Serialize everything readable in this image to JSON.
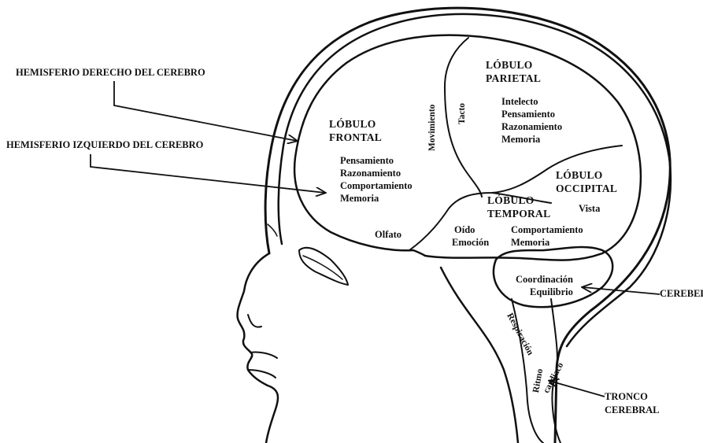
{
  "labels": {
    "hemisferio_derecho": "HEMISFERIO DERECHO DEL CEREBRO",
    "hemisferio_izquierdo": "HEMISFERIO IZQUIERDO DEL CEREBRO",
    "cerebelo": "CEREBELO",
    "tronco_cerebral_1": "TRONCO",
    "tronco_cerebral_2": "CEREBRAL"
  },
  "lobes": {
    "frontal": {
      "title_1": "LÓBULO",
      "title_2": "FRONTAL",
      "functions": [
        "Pensamiento",
        "Razonamiento",
        "Comportamiento",
        "Memoria"
      ],
      "olfato": "Olfato",
      "movimiento": "Movimiento"
    },
    "parietal": {
      "title_1": "LÓBULO",
      "title_2": "PARIETAL",
      "tacto": "Tacto",
      "functions": [
        "Intelecto",
        "Pensamiento",
        "Razonamiento",
        "Memoria"
      ]
    },
    "occipital": {
      "title_1": "LÓBULO",
      "title_2": "OCCIPITAL",
      "vista": "Vista"
    },
    "temporal": {
      "title_1": "LÓBULO",
      "title_2": "TEMPORAL",
      "oido": "Oído",
      "emocion": "Emoción",
      "functions": [
        "Comportamiento",
        "Memoria"
      ]
    },
    "cerebellum": {
      "functions": [
        "Coordinación",
        "Equilibrio"
      ]
    },
    "brainstem": {
      "respiracion": "Respiración",
      "ritmo": "Ritmo",
      "cardiaco": "cardiaco"
    }
  }
}
